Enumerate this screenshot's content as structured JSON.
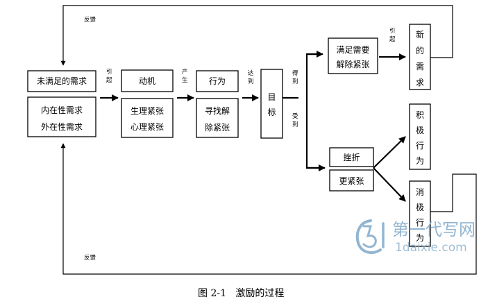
{
  "boxes": {
    "unsatisfied_need": "未满足的需求",
    "internal_need": "内在性需求",
    "external_need": "外在性需求",
    "motive": "动机",
    "physio_tension": "生理紧张",
    "psych_tension": "心理紧张",
    "behavior": "行为",
    "seek_relief_1": "寻找解",
    "seek_relief_2": "除紧张",
    "goal_1": "目",
    "goal_2": "标",
    "satisfy_1": "满足需要",
    "satisfy_2": "解除紧张",
    "new_need": [
      "新",
      "的",
      "需",
      "求"
    ],
    "frustration": "挫折",
    "more_tension": "更紧张",
    "positive_behavior": [
      "积",
      "极",
      "行",
      "为"
    ],
    "negative_behavior": [
      "消",
      "极",
      "行",
      "为"
    ]
  },
  "labels": {
    "feedback_top": "反馈",
    "feedback_bottom": "反馈",
    "cause_1": [
      "引",
      "起"
    ],
    "produce": [
      "产",
      "生"
    ],
    "reach": [
      "达",
      "到"
    ],
    "obtain": [
      "得",
      "到"
    ],
    "receive": [
      "受",
      "到"
    ],
    "cause_2": [
      "引",
      "起"
    ]
  },
  "caption": "图 2-1   激励的过程",
  "watermark": {
    "cn": "第一代写网",
    "url": "1daixie.com"
  },
  "colors": {
    "ink": "#000000",
    "watermark": "#7fa9c9"
  }
}
